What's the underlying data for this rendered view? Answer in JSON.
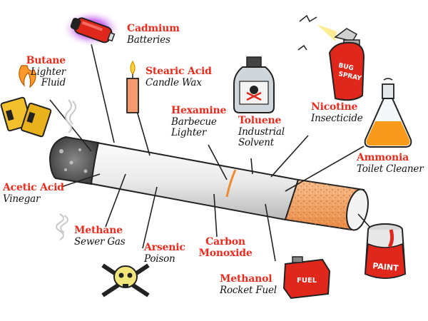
{
  "labels": {
    "cadmium": {
      "name": "Cadmium",
      "use": "Batteries"
    },
    "butane": {
      "name": "Butane",
      "use": "Lighter",
      "use2": "Fluid"
    },
    "stearic": {
      "name": "Stearic Acid",
      "use": "Candle Wax"
    },
    "hexamine": {
      "name": "Hexamine",
      "use": "Barbecue",
      "use2": "Lighter"
    },
    "toluene": {
      "name": "Toluene",
      "use": "Industrial",
      "use2": "Solvent"
    },
    "nicotine": {
      "name": "Nicotine",
      "use": "Insecticide"
    },
    "ammonia": {
      "name": "Ammonia",
      "use": "Toilet Cleaner"
    },
    "acetic": {
      "name": "Acetic Acid",
      "use": "Vinegar"
    },
    "methane": {
      "name": "Methane",
      "use": "Sewer Gas"
    },
    "arsenic": {
      "name": "Arsenic",
      "use": "Poison"
    },
    "carbon": {
      "name": "Carbon",
      "name2": "Monoxide"
    },
    "methanol": {
      "name": "Methanol",
      "use": "Rocket Fuel"
    }
  },
  "illustration_text": {
    "bug_spray_line1": "BUG",
    "bug_spray_line2": "SPRAY",
    "fuel_can": "FUEL",
    "paint_can": "PAINT"
  },
  "colors": {
    "label_red": "#ee2a1c",
    "label_black": "#111111",
    "filter_orange": "#f2a266",
    "ring_orange": "#f08a30"
  }
}
